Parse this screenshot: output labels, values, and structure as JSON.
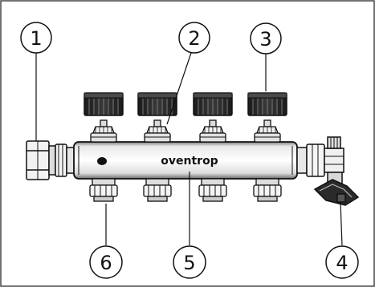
{
  "figure": {
    "brand_label": "oventrop",
    "frame_color": "#444444",
    "line_color": "#111111",
    "shade_color": "#cfcfcf",
    "dark_shade": "#8a8a8a",
    "callouts": [
      {
        "id": "1",
        "label": "1"
      },
      {
        "id": "2",
        "label": "2"
      },
      {
        "id": "3",
        "label": "3"
      },
      {
        "id": "4",
        "label": "4"
      },
      {
        "id": "5",
        "label": "5"
      },
      {
        "id": "6",
        "label": "6"
      }
    ]
  }
}
